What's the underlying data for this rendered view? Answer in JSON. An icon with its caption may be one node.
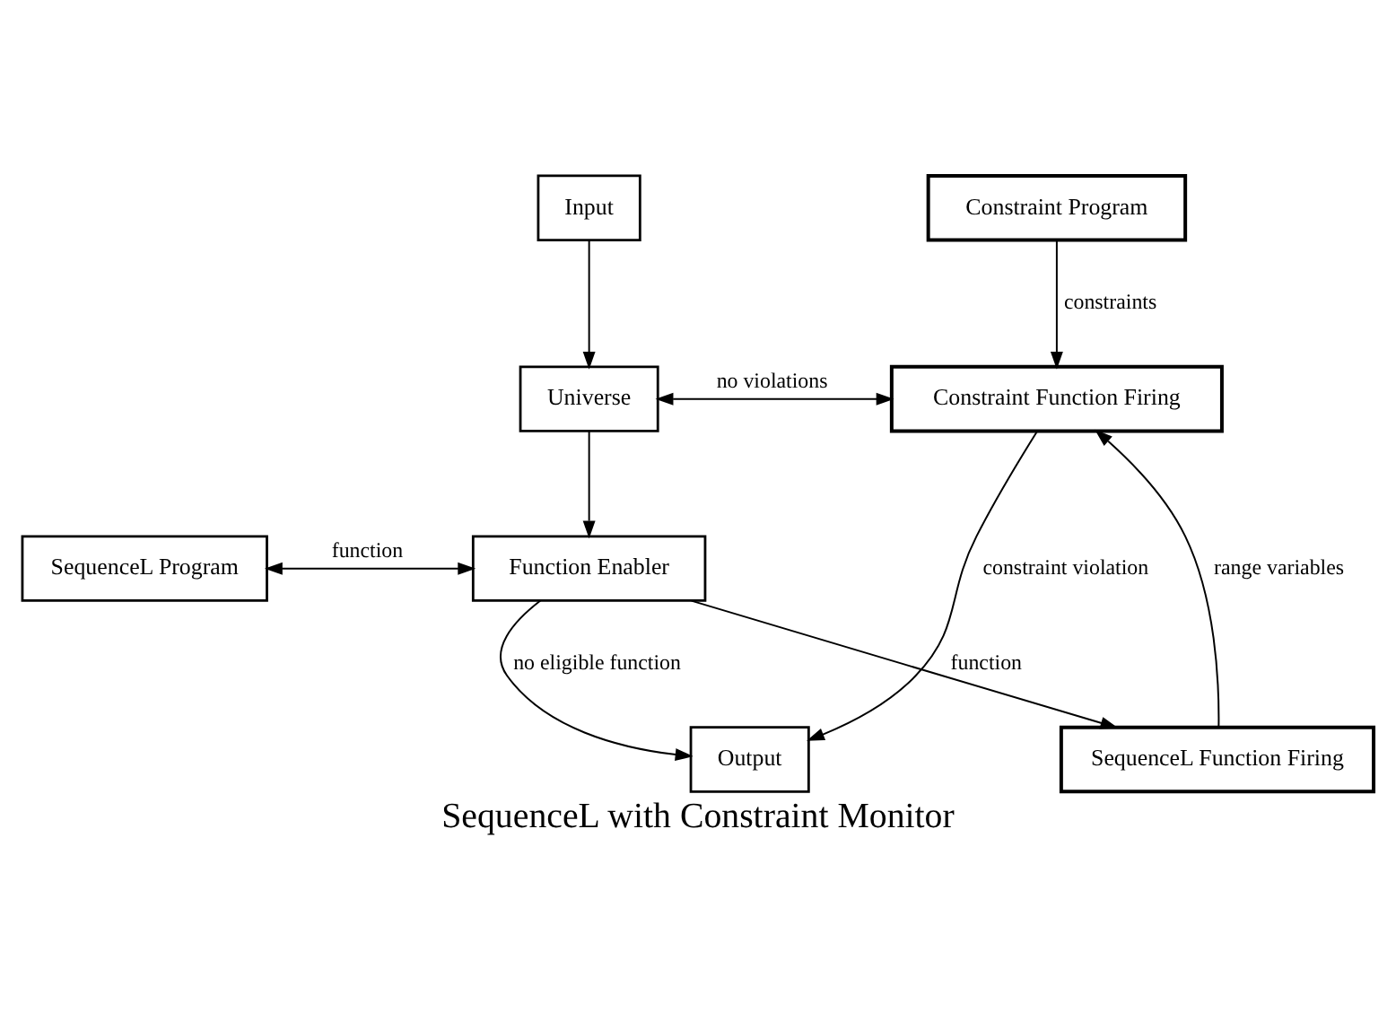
{
  "diagram": {
    "caption": "SequenceL with Constraint Monitor",
    "nodes": [
      {
        "text": [
          "Input"
        ]
      },
      {
        "text": [
          "Constraint Program"
        ]
      },
      {
        "text": [
          "Universe"
        ]
      },
      {
        "text": [
          "Constraint Function Firing"
        ]
      },
      {
        "text": [
          "SequenceL Program"
        ]
      },
      {
        "text": [
          "Function Enabler"
        ]
      },
      {
        "text": [
          "SequenceL Function Firing"
        ]
      },
      {
        "text": [
          "Output"
        ]
      }
    ],
    "edges": [
      {
        "from": 0,
        "to": 2,
        "arrow": "to"
      },
      {
        "from": 1,
        "to": 3,
        "arrow": "to",
        "label": "constraints"
      },
      {
        "from": 2,
        "to": 3,
        "arrow": "both",
        "label": "no violations"
      },
      {
        "from": 2,
        "to": 5,
        "arrow": "to"
      },
      {
        "from": 4,
        "to": 5,
        "arrow": "both",
        "label": "function"
      },
      {
        "from": 5,
        "to": 6,
        "arrow": "to",
        "label": "function"
      },
      {
        "from": 6,
        "to": 3,
        "arrow": "to",
        "label": "range variables"
      },
      {
        "from": 5,
        "to": 7,
        "arrow": "to",
        "label": "no eligible function"
      },
      {
        "from": 3,
        "to": 7,
        "arrow": "to",
        "label": "constraint violation"
      }
    ]
  }
}
